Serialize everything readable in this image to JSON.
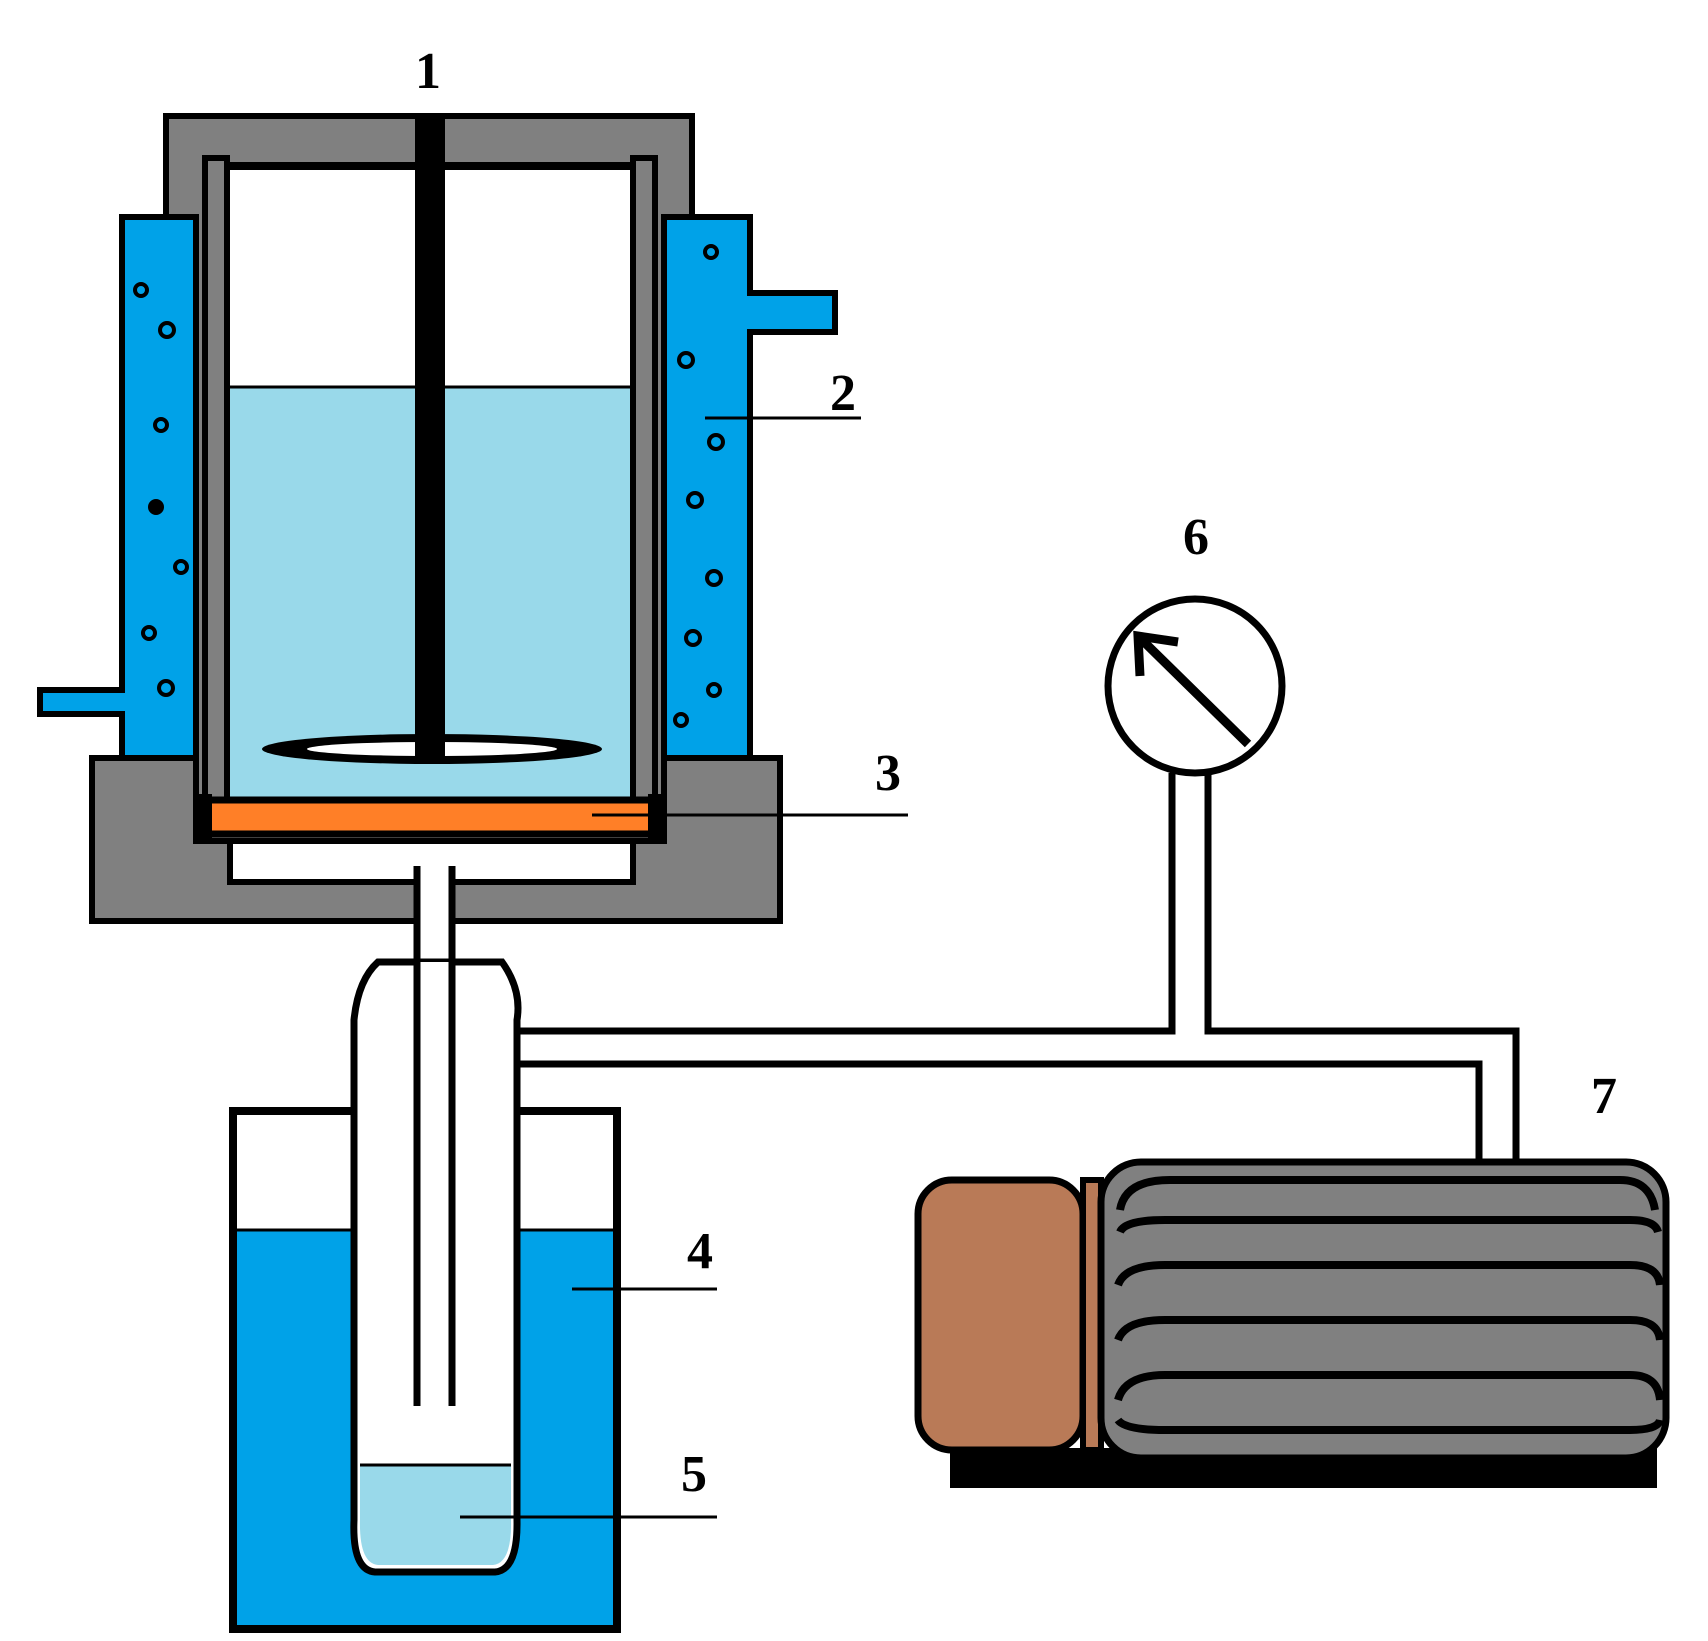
{
  "labels": {
    "n1": "1",
    "n2": "2",
    "n3": "3",
    "n4": "4",
    "n5": "5",
    "n6": "6",
    "n7": "7"
  },
  "colors": {
    "housing_gray": "#808080",
    "jacket_blue": "#00A2E8",
    "liquid_light_blue": "#99D9EA",
    "membrane_orange": "#FF7F27",
    "motor_brown": "#B97A57",
    "outline_black": "#000000"
  }
}
